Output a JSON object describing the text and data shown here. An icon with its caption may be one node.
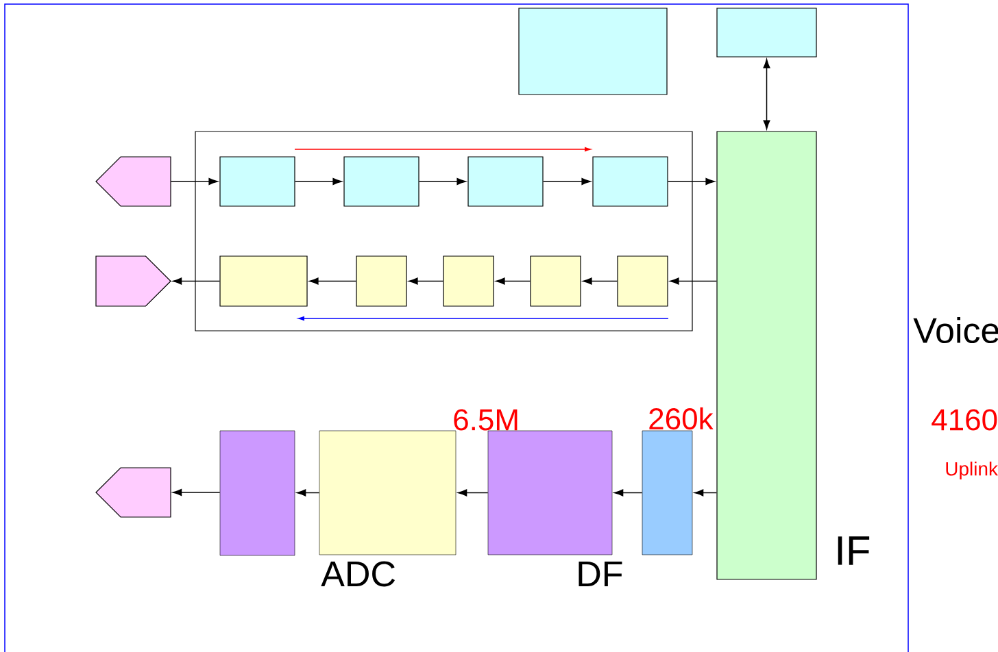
{
  "diagram": {
    "nodes": [
      {
        "text": [],
        "shape": "box"
      },
      {
        "text": [],
        "shape": "box"
      },
      {
        "text": [],
        "shape": "pentagon"
      },
      {
        "text": [],
        "shape": "box"
      },
      {
        "text": [],
        "shape": "box",
        "in": 3
      },
      {
        "text": [],
        "shape": "box",
        "in": 3
      },
      {
        "text": [],
        "shape": "box",
        "in": 3
      },
      {
        "text": [],
        "shape": "box",
        "in": 3
      },
      {
        "text": [],
        "shape": "box",
        "beside": [
          "IF"
        ]
      },
      {
        "text": [],
        "shape": "pentagon"
      },
      {
        "text": [],
        "shape": "box",
        "in": 3
      },
      {
        "text": [],
        "shape": "box",
        "in": 3
      },
      {
        "text": [],
        "shape": "box",
        "in": 3
      },
      {
        "text": [],
        "shape": "box",
        "in": 3
      },
      {
        "text": [],
        "shape": "box",
        "in": 3
      },
      {
        "text": [],
        "shape": "pentagon"
      },
      {
        "text": [],
        "shape": "box"
      },
      {
        "text": [],
        "shape": "box"
      },
      {
        "text": [],
        "shape": "box"
      },
      {
        "text": [],
        "shape": "box"
      }
    ],
    "edges": [
      {
        "from": 1,
        "to": 8,
        "arrow": "both"
      },
      {
        "from": 2,
        "to": 4,
        "arrow": "to"
      },
      {
        "from": 4,
        "to": 5,
        "arrow": "to"
      },
      {
        "from": 5,
        "to": 6,
        "arrow": "to"
      },
      {
        "from": 6,
        "to": 7,
        "arrow": "to"
      },
      {
        "from": 7,
        "to": 8,
        "arrow": "to"
      },
      {
        "from": 8,
        "to": 14,
        "arrow": "to"
      },
      {
        "from": 14,
        "to": 13,
        "arrow": "to"
      },
      {
        "from": 13,
        "to": 12,
        "arrow": "to"
      },
      {
        "from": 12,
        "to": 11,
        "arrow": "to"
      },
      {
        "from": 11,
        "to": 10,
        "arrow": "to"
      },
      {
        "from": 10,
        "to": 9,
        "arrow": "to"
      },
      {
        "from": 8,
        "to": 19,
        "arrow": "to"
      },
      {
        "from": 19,
        "to": 18,
        "arrow": "to"
      },
      {
        "from": 18,
        "to": 17,
        "arrow": "to"
      },
      {
        "from": 17,
        "to": 16,
        "arrow": "to"
      },
      {
        "from": 16,
        "to": 15,
        "arrow": "to"
      }
    ],
    "labels": [
      "Voice",
      "6.5M",
      "260k",
      "4160",
      "Uplink",
      "ADC",
      "DF"
    ]
  }
}
